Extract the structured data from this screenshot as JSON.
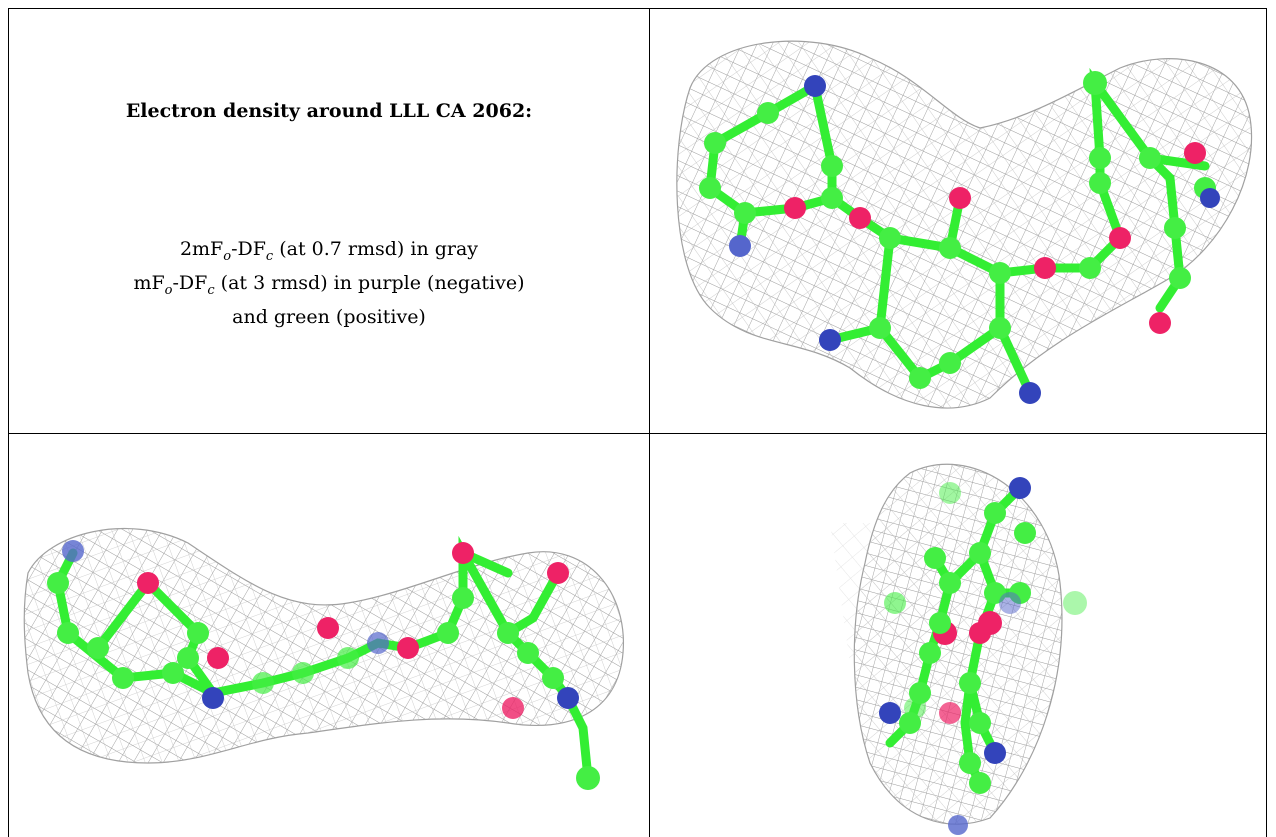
{
  "heading": "Electron density around LLL CA 2062:",
  "caption": {
    "line1_prefix": "2mF",
    "line1_sub1": "o",
    "line1_mid": "-DF",
    "line1_sub2": "c",
    "line1_suffix": " (at 0.7 rmsd) in gray",
    "line2_prefix": "mF",
    "line2_sub1": "o",
    "line2_mid": "-DF",
    "line2_sub2": "c",
    "line2_suffix": " (at 3 rmsd) in purple (negative)",
    "line3": "and green (positive)"
  },
  "colors": {
    "mesh": "#9a9a9a",
    "carbon": "#33ee33",
    "oxygen": "#ee2266",
    "nitrogen": "#2222aa",
    "border": "#000000"
  },
  "views": [
    "view-front",
    "view-side",
    "view-top"
  ]
}
